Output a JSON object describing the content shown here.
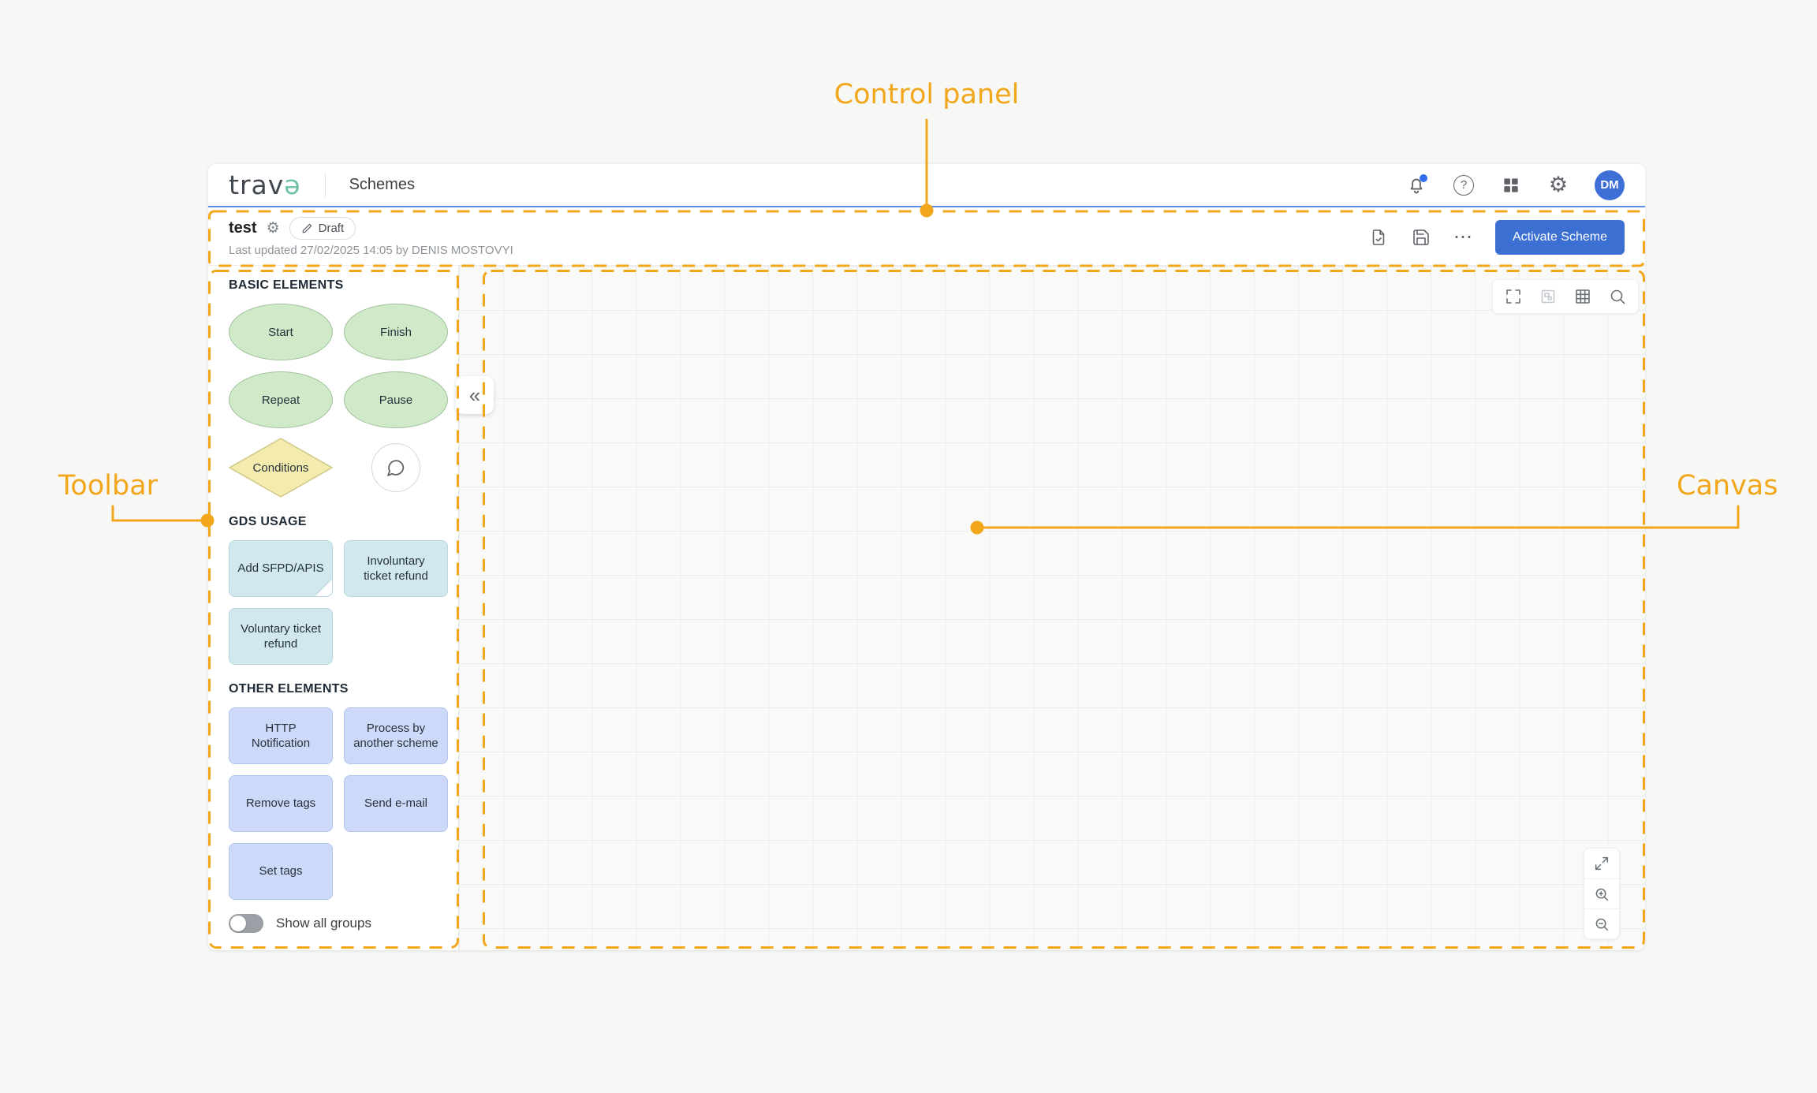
{
  "colors": {
    "annotation_accent": "#F2A71B",
    "primary_button_blue": "#3B6FD1",
    "avatar_blue": "#3D6FD7",
    "header_divider_blue": "#5C8EE6",
    "logo_accent_teal": "#6FBFA9",
    "ellipse_green": "#CFE9C9",
    "diamond_yellow": "#F3ECAE",
    "gds_card_cyan": "#D2E8EF",
    "other_card_periwinkle": "#CCD9F8"
  },
  "annotations": {
    "control_panel": "Control panel",
    "toolbar": "Toolbar",
    "canvas": "Canvas"
  },
  "icons": {
    "more_options": "⋯",
    "collapse_chevron": "«",
    "settings_gear": "⚙",
    "help_mark": "?"
  },
  "header": {
    "logo_text": "trav",
    "logo_accent_char": "ə",
    "nav_title": "Schemes",
    "avatar_initials": "DM"
  },
  "control_panel": {
    "scheme_name": "test",
    "status_badge": "Draft",
    "last_updated": "Last updated 27/02/2025 14:05 by DENIS MOSTOVYI",
    "activate_button": "Activate Scheme"
  },
  "toolbar": {
    "basic_title": "BASIC ELEMENTS",
    "basic_items": [
      "Start",
      "Finish",
      "Repeat",
      "Pause"
    ],
    "conditions_label": "Conditions",
    "gds_title": "GDS USAGE",
    "gds_items": [
      "Add SFPD/APIS",
      "Involuntary ticket refund",
      "Voluntary ticket refund"
    ],
    "other_title": "OTHER ELEMENTS",
    "other_items": [
      "HTTP Notification",
      "Process by another scheme",
      "Remove tags",
      "Send e-mail",
      "Set tags"
    ],
    "show_all_groups": "Show all groups"
  }
}
